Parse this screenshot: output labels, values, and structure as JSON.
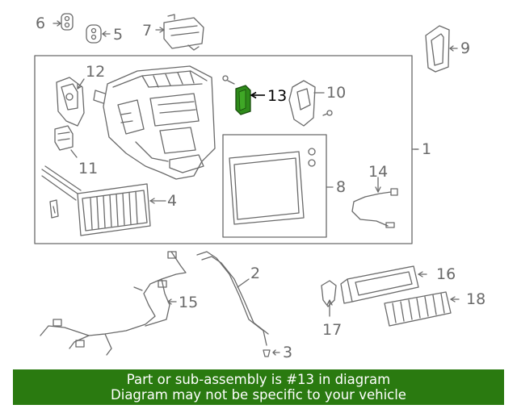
{
  "callouts": [
    {
      "id": "c6",
      "text": "6"
    },
    {
      "id": "c5",
      "text": "5"
    },
    {
      "id": "c7",
      "text": "7"
    },
    {
      "id": "c9",
      "text": "9"
    },
    {
      "id": "c12",
      "text": "12"
    },
    {
      "id": "c13",
      "text": "13"
    },
    {
      "id": "c10",
      "text": "10"
    },
    {
      "id": "c1",
      "text": "1"
    },
    {
      "id": "c11",
      "text": "11"
    },
    {
      "id": "c8",
      "text": "8"
    },
    {
      "id": "c14",
      "text": "14"
    },
    {
      "id": "c4",
      "text": "4"
    },
    {
      "id": "c2",
      "text": "2"
    },
    {
      "id": "c16",
      "text": "16"
    },
    {
      "id": "c15",
      "text": "15"
    },
    {
      "id": "c18",
      "text": "18"
    },
    {
      "id": "c17",
      "text": "17"
    },
    {
      "id": "c3",
      "text": "3"
    }
  ],
  "highlight": {
    "part_number": "13",
    "color": "#2e8b1a"
  },
  "banner": {
    "line1": "Part or sub-assembly is #13 in diagram",
    "line2": "Diagram may not be specific to your vehicle",
    "color": "#2a7a10"
  }
}
